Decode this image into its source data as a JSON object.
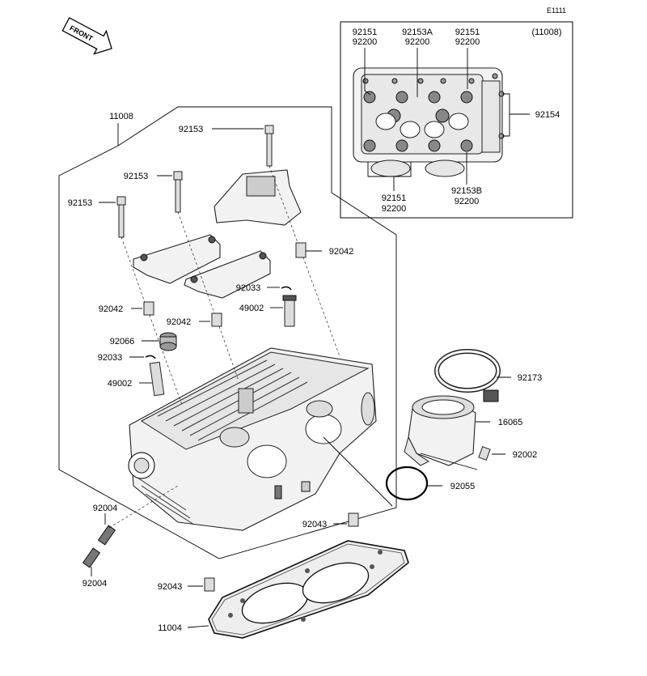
{
  "diagram_code": "E1111",
  "front_label": "FRONT",
  "labels": {
    "p11008_main": "11008",
    "p92153_a": "92153",
    "p92153_b": "92153",
    "p92153_c": "92153",
    "p92042_a": "92042",
    "p92042_b": "92042",
    "p92042_c": "92042",
    "p92033_a": "92033",
    "p92033_b": "92033",
    "p49002_a": "49002",
    "p49002_b": "49002",
    "p92066": "92066",
    "p92173": "92173",
    "p16065": "16065",
    "p92002": "92002",
    "p92055": "92055",
    "p92004_a": "92004",
    "p92004_b": "92004",
    "p92043_a": "92043",
    "p92043_b": "92043",
    "p11004": "11004"
  },
  "inset": {
    "ref": "(11008)",
    "top_labels": [
      {
        "l1": "92151",
        "l2": "92200"
      },
      {
        "l1": "92153A",
        "l2": "92200"
      },
      {
        "l1": "92151",
        "l2": "92200"
      }
    ],
    "right_label": "92154",
    "bottom_labels": [
      {
        "l1": "92151",
        "l2": "92200"
      },
      {
        "l1": "92153B",
        "l2": "92200"
      }
    ]
  }
}
